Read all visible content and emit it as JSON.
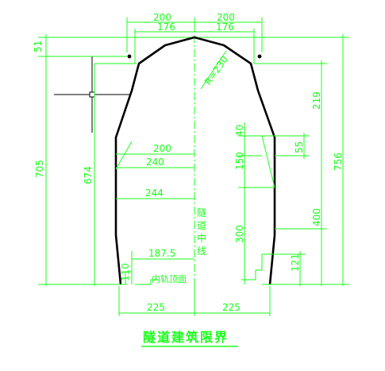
{
  "title": "隧道建筑限界",
  "centerline_label": "隧道中线",
  "rail_top_label": "内轨顶面",
  "radius_label": "R=230",
  "dimensions": {
    "top_left_200": "200",
    "top_right_200": "200",
    "top_left_176": "176",
    "top_right_176": "176",
    "left_51": "51",
    "left_705": "705",
    "left_674": "674",
    "right_756": "756",
    "right_219": "219",
    "right_55": "55",
    "right_400": "400",
    "right_121": "121",
    "inner_40": "40",
    "inner_150": "150",
    "inner_300": "300",
    "inner_110": "110",
    "half_200": "200",
    "half_240": "240",
    "half_244": "244",
    "half_187_5": "187.5",
    "bottom_left_225": "225",
    "bottom_right_225": "225"
  },
  "colors": {
    "dimension": "#1aff1a",
    "outline": "#000000",
    "background": "#ffffff"
  }
}
